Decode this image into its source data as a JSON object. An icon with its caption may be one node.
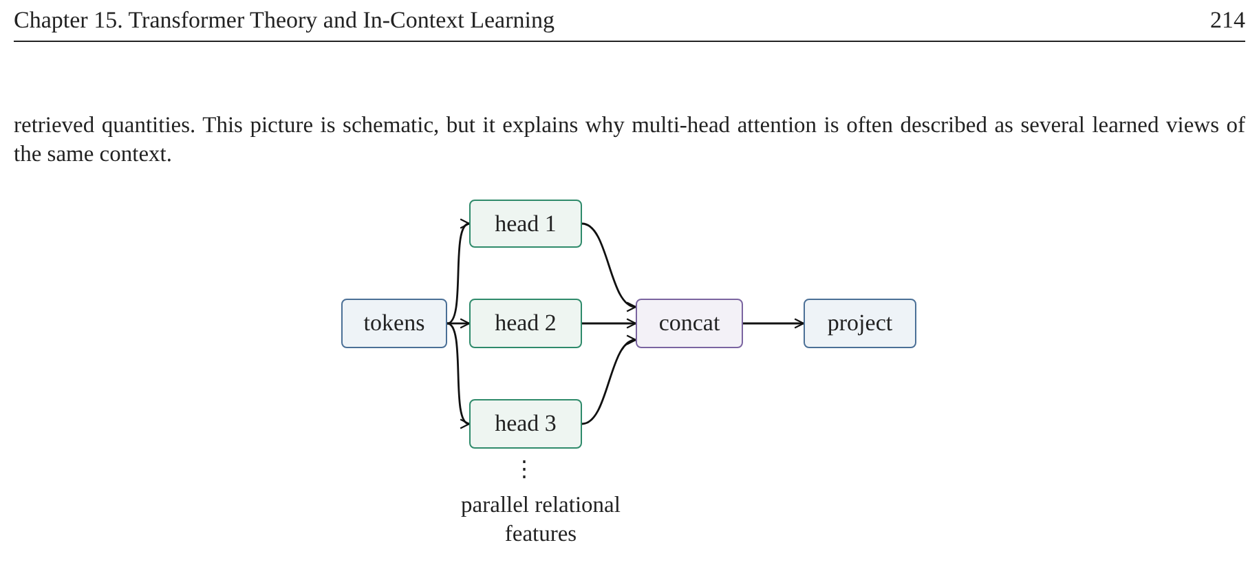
{
  "diagram": {
    "nodes": [
      {
        "text": [
          "tokens"
        ]
      },
      {
        "text": [
          "head 1"
        ]
      },
      {
        "text": [
          "head 2"
        ]
      },
      {
        "text": [
          "head 3"
        ]
      },
      {
        "text": [
          "concat"
        ]
      },
      {
        "text": [
          "project"
        ]
      }
    ],
    "edges": [
      {
        "from": 0,
        "to": 1,
        "arrow": "to"
      },
      {
        "from": 0,
        "to": 2,
        "arrow": "to"
      },
      {
        "from": 0,
        "to": 3,
        "arrow": "to"
      },
      {
        "from": 1,
        "to": 4,
        "arrow": "to"
      },
      {
        "from": 2,
        "to": 4,
        "arrow": "to"
      },
      {
        "from": 3,
        "to": 4,
        "arrow": "to"
      },
      {
        "from": 4,
        "to": 5,
        "arrow": "to"
      }
    ],
    "labels": [
      "Chapter 15. Transformer Theory and In-Context Learning",
      "214",
      "retrieved quantities. This picture is schematic, but it explains why multi-head attention is often described as several learned views of the same context.",
      "⋮",
      "parallel relational features"
    ]
  }
}
